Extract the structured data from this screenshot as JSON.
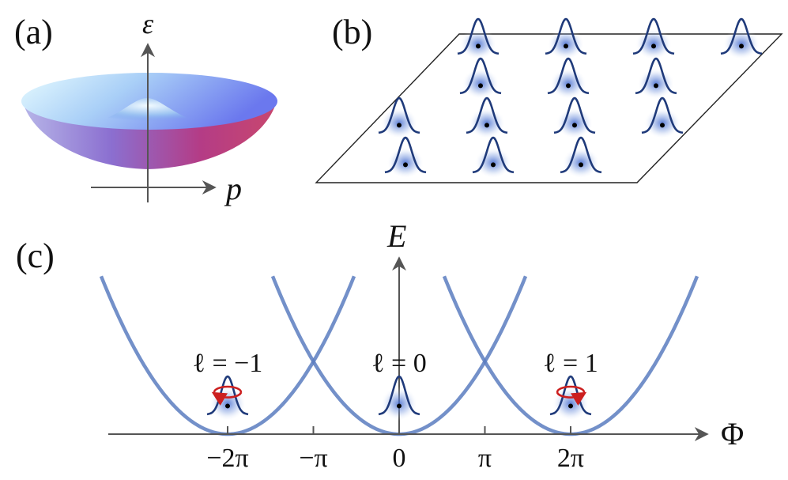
{
  "panels": {
    "a": {
      "label": "(a)",
      "y_axis_label": "ε",
      "x_axis_label": "p"
    },
    "b": {
      "label": "(b)",
      "lattice_rows": [
        4,
        3,
        4,
        3
      ]
    },
    "c": {
      "label": "(c)",
      "y_axis_label": "E",
      "x_axis_label": "Φ",
      "ticks": [
        {
          "label": "−2π",
          "value": -2
        },
        {
          "label": "−π",
          "value": -1
        },
        {
          "label": "0",
          "value": 0
        },
        {
          "label": "π",
          "value": 1
        },
        {
          "label": "2π",
          "value": 2
        }
      ],
      "parabola_minima": [
        -2,
        0,
        2
      ],
      "states": [
        {
          "label": "ℓ = −1",
          "winding": -1
        },
        {
          "label": "ℓ = 0",
          "winding": 0
        },
        {
          "label": "ℓ = 1",
          "winding": 1
        }
      ]
    }
  },
  "colors": {
    "wavepacket": "#1f3a7a",
    "glow": "#5a7fd6",
    "parabola": "#5b7dbf",
    "rotation_arrow": "#cc1f1f",
    "axis": "#555555"
  }
}
